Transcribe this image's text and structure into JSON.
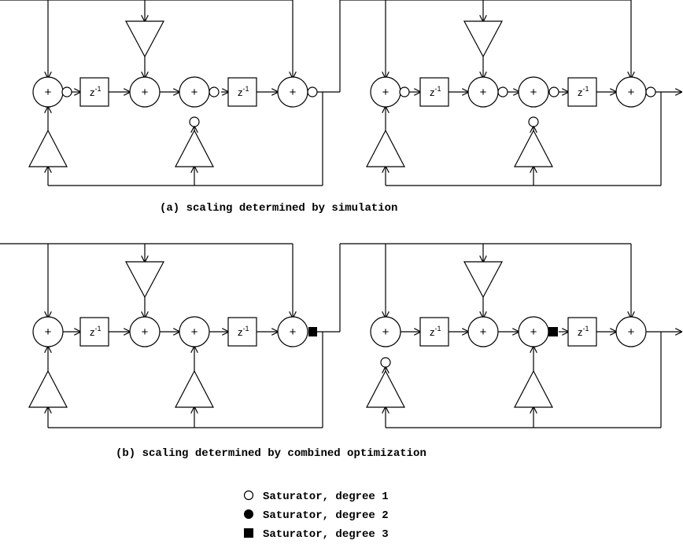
{
  "symbols": {
    "adder": "+",
    "delay_base": "z",
    "delay_exp": "-1"
  },
  "captions": {
    "a": "(a) scaling determined by simulation",
    "b": "(b) scaling determined by combined optimization"
  },
  "legend": [
    {
      "marker": "circle-open",
      "label": "Saturator, degree 1"
    },
    {
      "marker": "circle-filled",
      "label": "Saturator, degree 2"
    },
    {
      "marker": "square-filled",
      "label": "Saturator, degree 3"
    }
  ]
}
